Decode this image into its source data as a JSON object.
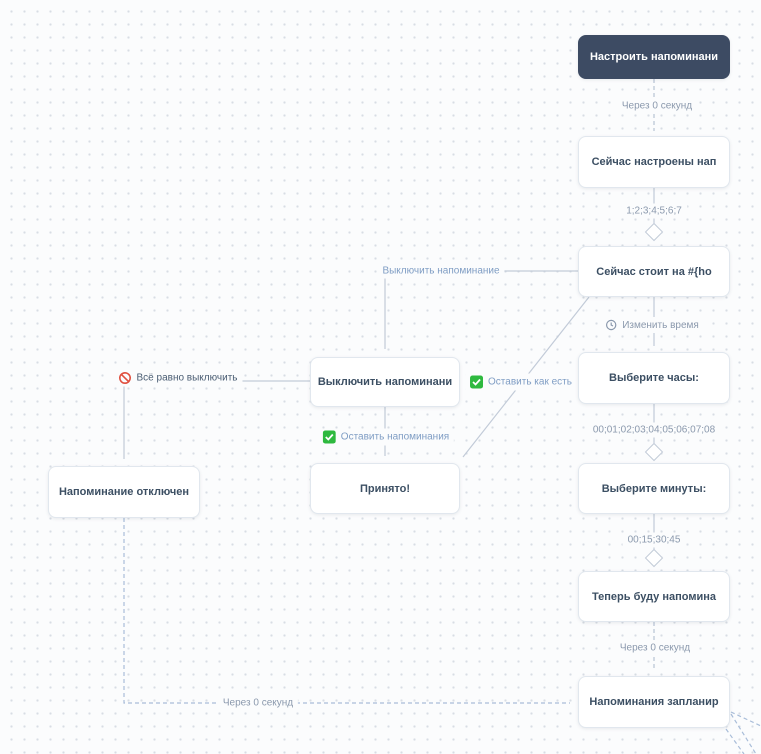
{
  "canvas": {
    "background": "#fbfcfd",
    "dot_color": "#d8dde4"
  },
  "colors": {
    "start_node_bg": "#3d4b63",
    "node_bg": "#ffffff",
    "node_text": "#3c4f63",
    "edge_line": "#c2cbd8",
    "edge_dashed_blue": "#a9bdd9",
    "label_gray": "#8b99ad",
    "label_blue": "#7f9dc4",
    "check_green": "#2eb93f",
    "ban_red": "#e04f3f"
  },
  "nodes": [
    {
      "id": "start",
      "label": "Настроить напоминани",
      "variant": "dark"
    },
    {
      "id": "configured",
      "label": "Сейчас настроены нап",
      "variant": "normal"
    },
    {
      "id": "status",
      "label": "Сейчас стоит на #{ho",
      "variant": "normal"
    },
    {
      "id": "hours",
      "label": "Выберите часы:",
      "variant": "normal"
    },
    {
      "id": "minutes",
      "label": "Выберите минуты:",
      "variant": "normal"
    },
    {
      "id": "scheduled",
      "label": "Теперь буду напомина",
      "variant": "normal"
    },
    {
      "id": "planned",
      "label": "Напоминания запланир",
      "variant": "normal"
    },
    {
      "id": "turnoff_confirm",
      "label": "Выключить напоминани",
      "variant": "normal"
    },
    {
      "id": "accepted",
      "label": "Принято!",
      "variant": "normal"
    },
    {
      "id": "disabled",
      "label": "Напоминание отключен",
      "variant": "normal"
    }
  ],
  "labels": {
    "timer_after_start": {
      "text": "Через 0 секунд",
      "icon": "none"
    },
    "options_days": {
      "text": "1;2;3;4;5;6;7",
      "icon": "none"
    },
    "btn_turn_off": {
      "text": "Выключить напоминание",
      "icon": "none"
    },
    "btn_change_time": {
      "text": "Изменить время",
      "icon": "clock-icon"
    },
    "btn_keep_as_is": {
      "text": "Оставить как есть",
      "icon": "check-icon"
    },
    "btn_keep_reminders": {
      "text": "Оставить напоминания",
      "icon": "check-icon"
    },
    "btn_force_off": {
      "text": "Всё равно выключить",
      "icon": "ban-icon"
    },
    "options_hours": {
      "text": "00;01;02;03;04;05;06;07;08",
      "icon": "none"
    },
    "options_minutes": {
      "text": "00;15;30;45",
      "icon": "none"
    },
    "timer_before_planned": {
      "text": "Через 0 секунд",
      "icon": "none"
    },
    "timer_from_disabled": {
      "text": "Через 0 секунд",
      "icon": "none"
    }
  }
}
